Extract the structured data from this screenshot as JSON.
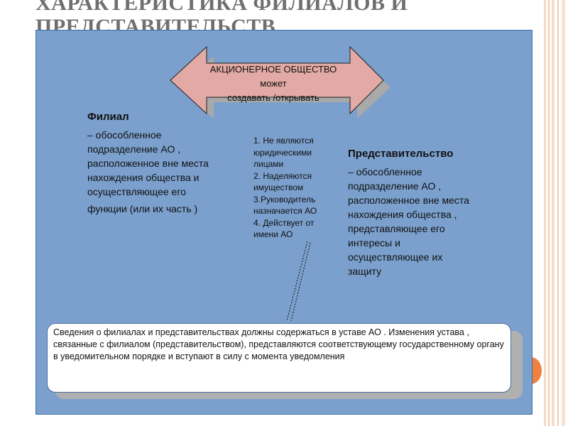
{
  "slide": {
    "title": "ХАРАКТЕРИСТИКА ФИЛИАЛОВ И ПРЕДСТАВИТЕЛЬСТВ",
    "colors": {
      "panel": "#7ba0cd",
      "arrow": "#e3aaa5",
      "accent": "#f08040"
    }
  },
  "arrow": {
    "line1": "АКЦИОНЕРНОЕ ОБЩЕСТВО",
    "line2": "может",
    "line3": "создавать /открывать"
  },
  "branch": {
    "title": "Филиал",
    "lines": [
      "– обособленное",
      "подразделение АО    ,",
      "расположенное вне места",
      "нахождения общества и",
      "осуществляющее его",
      "функции   (или их часть  )"
    ]
  },
  "common_features": {
    "items": [
      "1. Не являются",
      "юридическими",
      "лицами",
      "2. Наделяются",
      "имуществом",
      "3.Руководитель",
      "назначается АО",
      "4. Действует от",
      "имени АО"
    ]
  },
  "representation": {
    "title": "Представительство",
    "lines": [
      "– обособленное",
      "подразделение АО    ,",
      "расположенное вне места",
      "нахождения общества    ,",
      "представляющее его",
      "интересы и",
      "осуществляющее их",
      "защиту"
    ]
  },
  "note": {
    "text": "Сведения о филиалах и представительствах должны содержаться в уставе АО    . Изменения устава , связанные с филиалом (представительством), представляются соответствующему государственному органу в уведомительном порядке и вступают в силу с момента уведомления"
  }
}
